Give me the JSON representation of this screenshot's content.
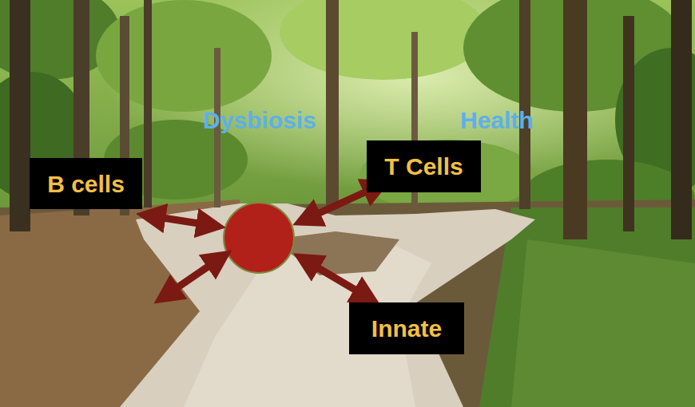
{
  "diagram": {
    "nodes": [
      {
        "text": [
          "B cells"
        ]
      },
      {
        "text": [
          "T Cells"
        ]
      },
      {
        "text": [
          "Innate"
        ]
      }
    ],
    "labels": [
      "Dysbiosis",
      "Health"
    ]
  }
}
